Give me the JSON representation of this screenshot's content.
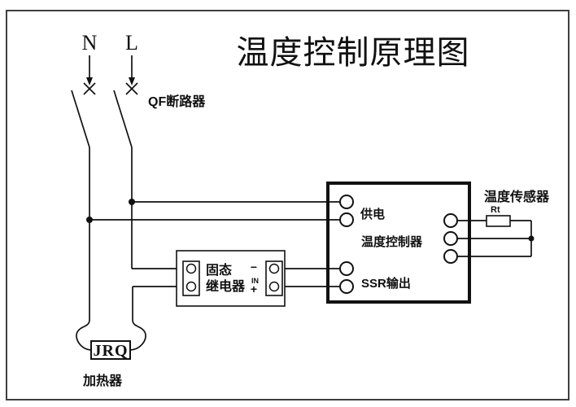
{
  "title": "温度控制原理图",
  "colors": {
    "line": "#111111",
    "background": "#ffffff",
    "frame": "#3f3f3f"
  },
  "power_lines": {
    "neutral": "N",
    "live": "L"
  },
  "breaker": {
    "label": "QF断路器"
  },
  "controller": {
    "supply_label": "供电",
    "name": "温度控制器",
    "ssr_output_label": "SSR输出"
  },
  "relay": {
    "name_line1": "固态",
    "name_line2": "继电器",
    "minus": "−",
    "input": "IN",
    "plus": "+"
  },
  "sensor": {
    "label": "温度传感器",
    "resistor": "Rt"
  },
  "heater": {
    "tag": "JRQ",
    "label": "加热器"
  }
}
